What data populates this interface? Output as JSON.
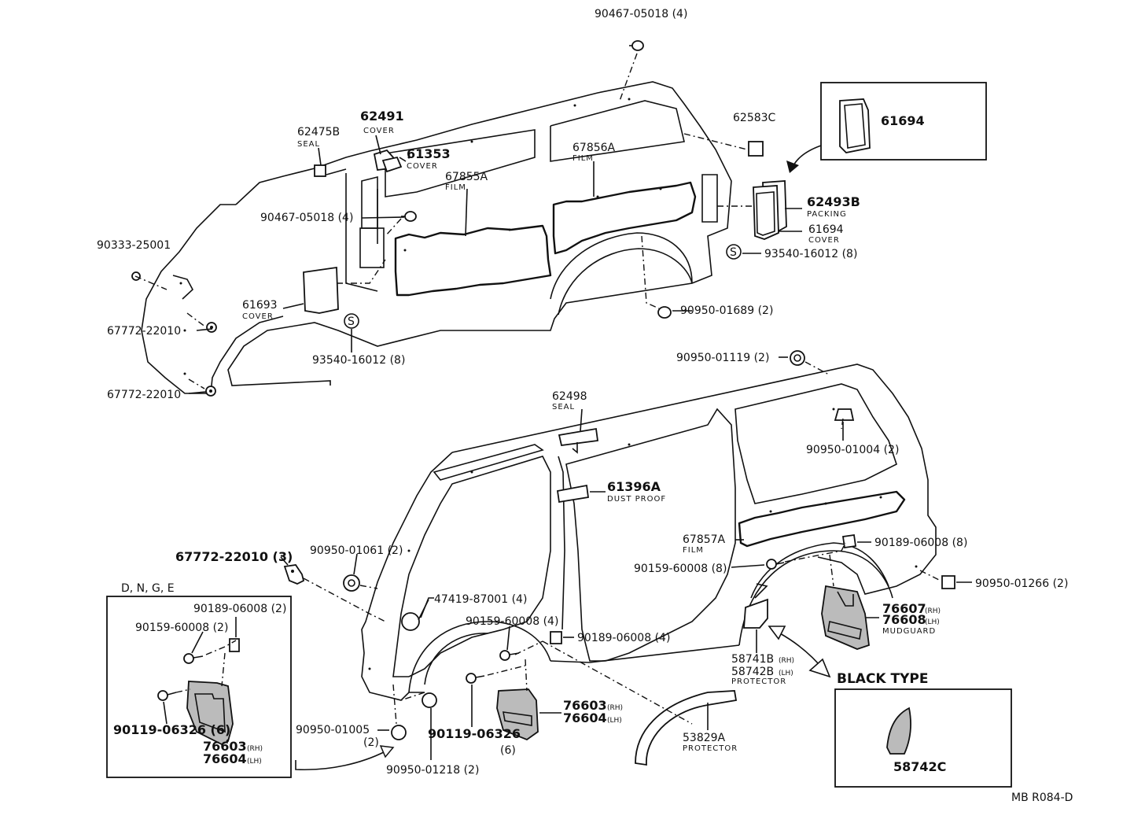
{
  "labels": {
    "p9046705018_top": "90467-05018 (4)",
    "p62491": "62491",
    "p62491_sub": "COVER",
    "p62475b": "62475B",
    "p62475b_sub": "SEAL",
    "p61353": "61353",
    "p61353_sub": "COVER",
    "p62583c": "62583C",
    "p61694_box": "61694",
    "p67856a": "67856A",
    "p67856a_sub": "FILM",
    "p67855a": "67855A",
    "p67855a_sub": "FILM",
    "p9046705018_mid": "90467-05018 (4)",
    "p62493b": "62493B",
    "p62493b_sub": "PACKING",
    "p61694": "61694",
    "p61694_sub": "COVER",
    "p9354016012_r": "93540-16012 (8)",
    "p9033325001": "90333-25001",
    "p61693": "61693",
    "p61693_sub": "COVER",
    "p9095001689": "90950-01689 (2)",
    "p6777222010_a": "67772-22010",
    "p9354016012_l": "93540-16012 (8)",
    "p6777222010_b": "67772-22010",
    "p9095001119": "90950-01119 (2)",
    "p62498": "62498",
    "p62498_sub": "SEAL",
    "p9095001004": "90950-01004 (2)",
    "p61396a": "61396A",
    "p61396a_sub": "DUST PROOF",
    "p67857a": "67857A",
    "p67857a_sub": "FILM",
    "p9018906008_r": "90189-06008 (8)",
    "p6777222010_c": "67772-22010 (3)",
    "p9095001061": "90950-01061 (2)",
    "p9015960008_r": "90159-60008 (8)",
    "p9095001266": "90950-01266 (2)",
    "box_dnge": "D, N, G, E",
    "p9018906008_box": "90189-06008 (2)",
    "p9015960008_box": "90159-60008 (2)",
    "p4741987001": "47419-87001 (4)",
    "p9015960008_c": "90159-60008 (4)",
    "p9018906008_c": "90189-06008 (4)",
    "p76607": "76607",
    "p76607_sup": "(RH)",
    "p76608": "76608",
    "p76608_sup": "(LH)",
    "p76607_sub": "MUDGUARD",
    "p58741b": "58741B",
    "p58741b_sup": "(RH)",
    "p58742b": "58742B",
    "p58742b_sup": "(LH)",
    "p58742b_sub": "PROTECTOR",
    "p9011906326_box": "90119-06326 (6)",
    "p76603_box": "76603",
    "p76603_box_sup": "(RH)",
    "p76604_box": "76604",
    "p76604_box_sup": "(LH)",
    "p9095001005": "90950-01005",
    "p9095001005_qty": "(2)",
    "p9011906326_c": "90119-06326",
    "p9011906326_c_qty": "(6)",
    "p76603_c": "76603",
    "p76603_c_sup": "(RH)",
    "p76604_c": "76604",
    "p76604_c_sup": "(LH)",
    "p53829a": "53829A",
    "p53829a_sub": "PROTECTOR",
    "p9095001218": "90950-01218 (2)",
    "black_type": "BLACK TYPE",
    "p58742c": "58742C",
    "p58742c_sub": "",
    "s_mark": "S",
    "ref_code": "MB R084-D"
  }
}
